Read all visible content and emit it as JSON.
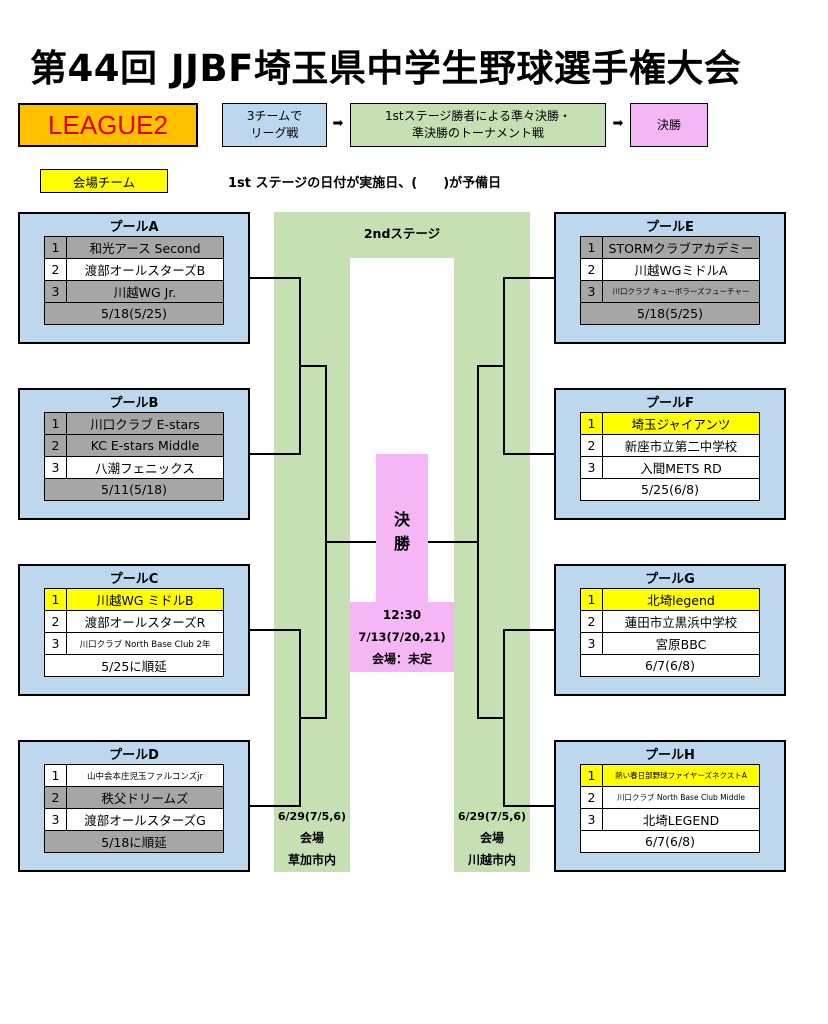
{
  "title": "第44回 JJBF埼玉県中学生野球選手権大会",
  "league": "LEAGUE2",
  "flow": {
    "step1": "3チームで\nリーグ戦",
    "step2": "1stステージ勝者による準々決勝・\n準決勝のトーナメント戦",
    "step3": "決勝",
    "arrow": "➡"
  },
  "legend": {
    "venue_team": "会場チーム",
    "note": "1st ステージの日付が実施日、(　　)が予備日"
  },
  "second_stage": "2ndステージ",
  "final": {
    "label_1": "決",
    "label_2": "勝",
    "time": "12:30",
    "date": "7/13(7/20,21)",
    "venue": "会場：未定"
  },
  "left_venue": {
    "date": "6/29(7/5,6)",
    "label": "会場",
    "place": "草加市内"
  },
  "right_venue": {
    "date": "6/29(7/5,6)",
    "label": "会場",
    "place": "川越市内"
  },
  "pools": {
    "A": {
      "title": "プールA",
      "teams": [
        {
          "num": "1",
          "name": "和光アース Second",
          "style": "gray"
        },
        {
          "num": "2",
          "name": "渡部オールスターズB",
          "style": "white"
        },
        {
          "num": "3",
          "name": "川越WG Jr.",
          "style": "gray"
        }
      ],
      "date": "5/18(5/25)",
      "date_style": "gray"
    },
    "B": {
      "title": "プールB",
      "teams": [
        {
          "num": "1",
          "name": "川口クラブ E-stars",
          "style": "gray"
        },
        {
          "num": "2",
          "name": "KC E-stars Middle",
          "style": "gray"
        },
        {
          "num": "3",
          "name": "八潮フェニックス",
          "style": "white"
        }
      ],
      "date": "5/11(5/18)",
      "date_style": "gray"
    },
    "C": {
      "title": "プールC",
      "teams": [
        {
          "num": "1",
          "name": "川越WG ミドルB",
          "style": "yellow"
        },
        {
          "num": "2",
          "name": "渡部オールスターズR",
          "style": "white"
        },
        {
          "num": "3",
          "name": "川口クラブ North Base Club 2年",
          "style": "white",
          "size": "small"
        }
      ],
      "date": "5/25に順延",
      "date_style": "white"
    },
    "D": {
      "title": "プールD",
      "teams": [
        {
          "num": "1",
          "name": "山中会本庄児玉ファルコンズjr",
          "style": "white",
          "size": "small"
        },
        {
          "num": "2",
          "name": "秩父ドリームズ",
          "style": "gray"
        },
        {
          "num": "3",
          "name": "渡部オールスターズG",
          "style": "white"
        }
      ],
      "date": "5/18に順延",
      "date_style": "gray"
    },
    "E": {
      "title": "プールE",
      "teams": [
        {
          "num": "1",
          "name": "STORMクラブアカデミー",
          "style": "gray"
        },
        {
          "num": "2",
          "name": "川越WGミドルA",
          "style": "white"
        },
        {
          "num": "3",
          "name": "川口クラブ キューボラーズフューチャー",
          "style": "gray",
          "size": "tiny"
        }
      ],
      "date": "5/18(5/25)",
      "date_style": "gray"
    },
    "F": {
      "title": "プールF",
      "teams": [
        {
          "num": "1",
          "name": "埼玉ジャイアンツ",
          "style": "yellow"
        },
        {
          "num": "2",
          "name": "新座市立第二中学校",
          "style": "white"
        },
        {
          "num": "3",
          "name": "入間METS RD",
          "style": "white"
        }
      ],
      "date": "5/25(6/8)",
      "date_style": "white"
    },
    "G": {
      "title": "プールG",
      "teams": [
        {
          "num": "1",
          "name": "北埼legend",
          "style": "yellow"
        },
        {
          "num": "2",
          "name": "蓮田市立黒浜中学校",
          "style": "white"
        },
        {
          "num": "3",
          "name": "宮原BBC",
          "style": "white"
        }
      ],
      "date": "6/7(6/8)",
      "date_style": "white"
    },
    "H": {
      "title": "プールH",
      "teams": [
        {
          "num": "1",
          "name": "熱い春日部野球ファイヤーズネクストA",
          "style": "yellow",
          "size": "tiny"
        },
        {
          "num": "2",
          "name": "川口クラブ North Base Club Middle",
          "style": "white",
          "size": "tiny"
        },
        {
          "num": "3",
          "name": "北埼LEGEND",
          "style": "white"
        }
      ],
      "date": "6/7(6/8)",
      "date_style": "white"
    }
  },
  "colors": {
    "pool_bg": "#bdd7ee",
    "stage_bg": "#c6e0b4",
    "final_bg": "#f4b6f4",
    "league_bg": "#ffc000",
    "league_text": "#e00000",
    "venue_team": "#ffff00",
    "eliminated_gray": "#a6a6a6"
  }
}
